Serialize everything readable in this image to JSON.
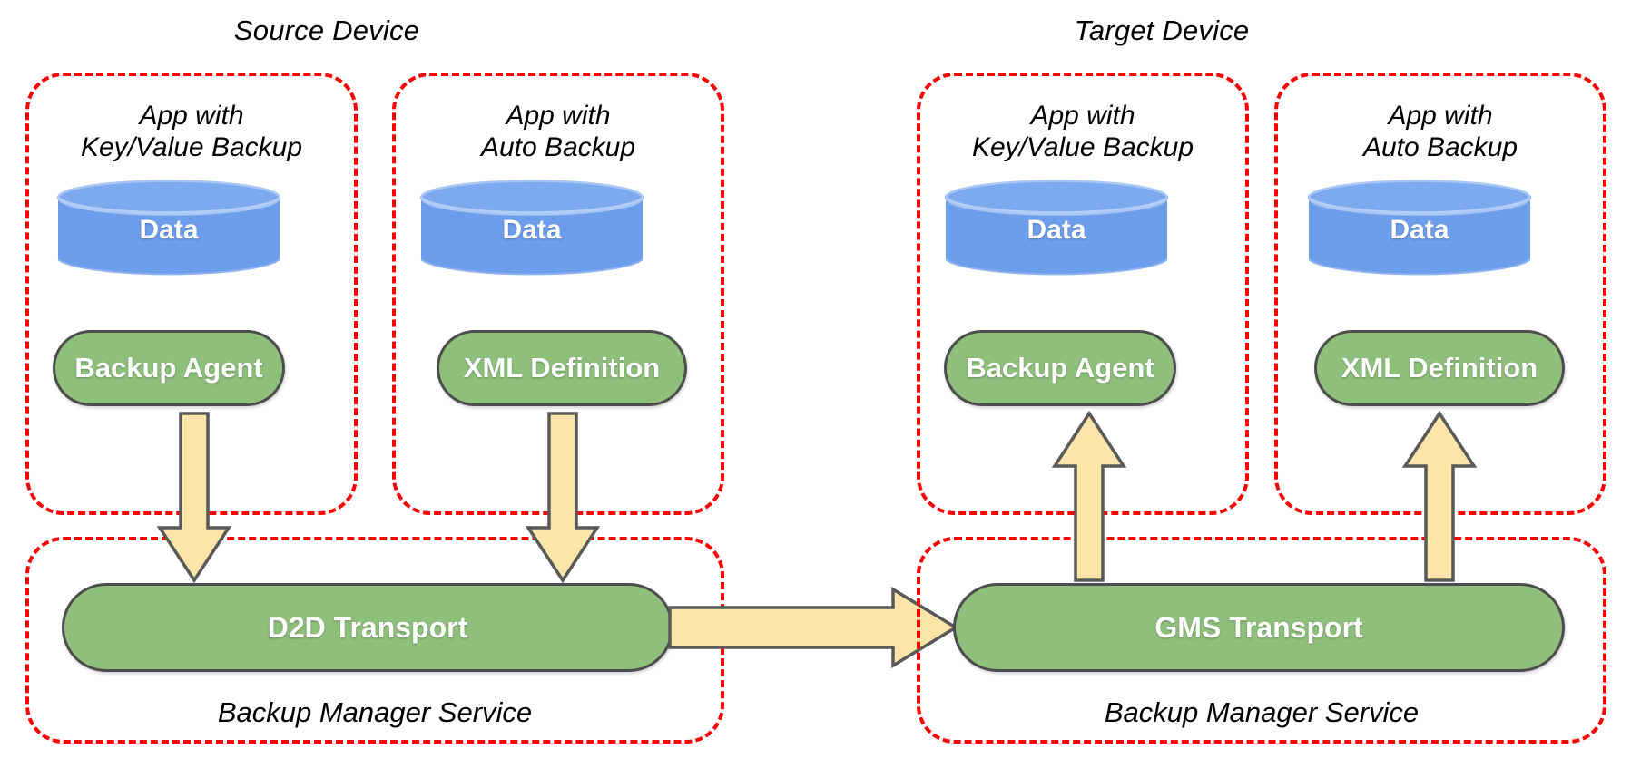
{
  "colors": {
    "dashed_border": "#ff0000",
    "cylinder_fill": "#6d9eeb",
    "cylinder_top": "#7da9ee",
    "pill_fill": "#8ec07c",
    "pill_border": "#4d4d4d",
    "arrow_fill": "#fce5a8",
    "arrow_border": "#595959",
    "text_dark": "#000000",
    "text_light": "#ffffff",
    "background": "#ffffff"
  },
  "devices": [
    {
      "title": "Source Device",
      "apps": [
        {
          "caption": "App with\nKey/Value Backup",
          "data_label": "Data",
          "component_label": "Backup Agent",
          "arrow_direction": "down"
        },
        {
          "caption": "App with\nAuto Backup",
          "data_label": "Data",
          "component_label": "XML Definition",
          "arrow_direction": "down"
        }
      ],
      "service": {
        "transport_label": "D2D Transport",
        "caption": "Backup Manager Service"
      }
    },
    {
      "title": "Target Device",
      "apps": [
        {
          "caption": "App with\nKey/Value Backup",
          "data_label": "Data",
          "component_label": "Backup Agent",
          "arrow_direction": "up"
        },
        {
          "caption": "App with\nAuto Backup",
          "data_label": "Data",
          "component_label": "XML Definition",
          "arrow_direction": "up"
        }
      ],
      "service": {
        "transport_label": "GMS Transport",
        "caption": "Backup Manager Service"
      }
    }
  ],
  "transfer_arrow": {
    "direction": "right",
    "from": "D2D Transport",
    "to": "GMS Transport"
  }
}
